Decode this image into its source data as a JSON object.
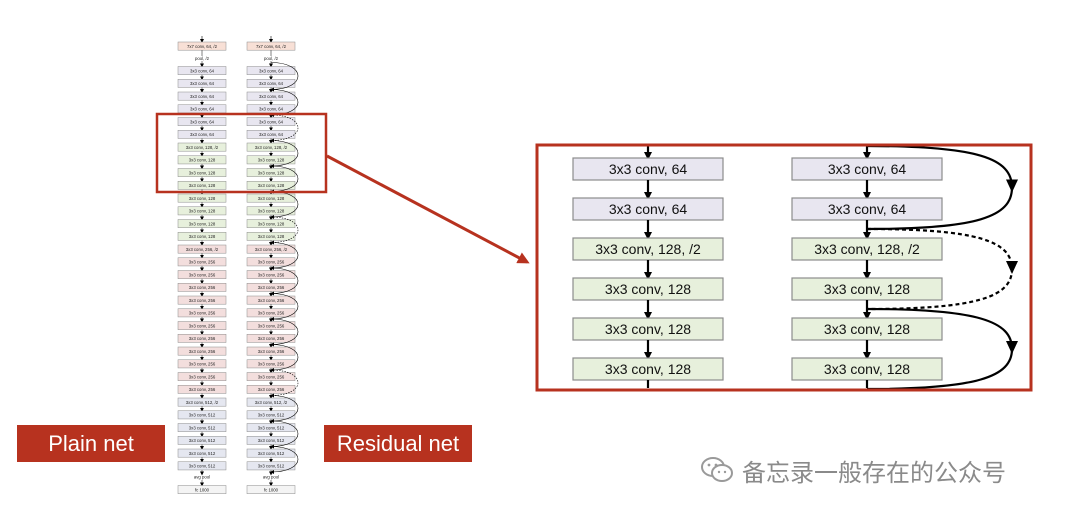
{
  "labels": {
    "plain": "Plain net",
    "residual": "Residual net"
  },
  "watermark": {
    "text": "备忘录一般存在的公众号",
    "icon": "wechat-icon"
  },
  "colors": {
    "conv64": "#e8e6f0",
    "conv128": "#e7f0dc",
    "conv256": "#f3dedd",
    "conv512": "#e5e7f0",
    "first_conv": "#f8e0d6",
    "accent": "#b7321f",
    "block_border": "#8c8c8c"
  },
  "small_net": {
    "first_layer": "7x7 conv, 64, /2",
    "pool": "pool, /2",
    "layers": [
      {
        "text": "3x3 conv, 64",
        "group": "conv64"
      },
      {
        "text": "3x3 conv, 64",
        "group": "conv64"
      },
      {
        "text": "3x3 conv, 64",
        "group": "conv64"
      },
      {
        "text": "3x3 conv, 64",
        "group": "conv64"
      },
      {
        "text": "3x3 conv, 64",
        "group": "conv64"
      },
      {
        "text": "3x3 conv, 64",
        "group": "conv64"
      },
      {
        "text": "3x3 conv, 128, /2",
        "group": "conv128"
      },
      {
        "text": "3x3 conv, 128",
        "group": "conv128"
      },
      {
        "text": "3x3 conv, 128",
        "group": "conv128"
      },
      {
        "text": "3x3 conv, 128",
        "group": "conv128"
      },
      {
        "text": "3x3 conv, 128",
        "group": "conv128"
      },
      {
        "text": "3x3 conv, 128",
        "group": "conv128"
      },
      {
        "text": "3x3 conv, 128",
        "group": "conv128"
      },
      {
        "text": "3x3 conv, 128",
        "group": "conv128"
      },
      {
        "text": "3x3 conv, 256, /2",
        "group": "conv256"
      },
      {
        "text": "3x3 conv, 256",
        "group": "conv256"
      },
      {
        "text": "3x3 conv, 256",
        "group": "conv256"
      },
      {
        "text": "3x3 conv, 256",
        "group": "conv256"
      },
      {
        "text": "3x3 conv, 256",
        "group": "conv256"
      },
      {
        "text": "3x3 conv, 256",
        "group": "conv256"
      },
      {
        "text": "3x3 conv, 256",
        "group": "conv256"
      },
      {
        "text": "3x3 conv, 256",
        "group": "conv256"
      },
      {
        "text": "3x3 conv, 256",
        "group": "conv256"
      },
      {
        "text": "3x3 conv, 256",
        "group": "conv256"
      },
      {
        "text": "3x3 conv, 256",
        "group": "conv256"
      },
      {
        "text": "3x3 conv, 256",
        "group": "conv256"
      },
      {
        "text": "3x3 conv, 512, /2",
        "group": "conv512"
      },
      {
        "text": "3x3 conv, 512",
        "group": "conv512"
      },
      {
        "text": "3x3 conv, 512",
        "group": "conv512"
      },
      {
        "text": "3x3 conv, 512",
        "group": "conv512"
      },
      {
        "text": "3x3 conv, 512",
        "group": "conv512"
      },
      {
        "text": "3x3 conv, 512",
        "group": "conv512"
      }
    ],
    "avg_pool": "avg pool",
    "fc": "fc 1000"
  },
  "zoom": {
    "layers": [
      {
        "text": "3x3 conv, 64",
        "group": "conv64"
      },
      {
        "text": "3x3 conv, 64",
        "group": "conv64"
      },
      {
        "text": "3x3 conv, 128, /2",
        "group": "conv128"
      },
      {
        "text": "3x3 conv, 128",
        "group": "conv128"
      },
      {
        "text": "3x3 conv, 128",
        "group": "conv128"
      },
      {
        "text": "3x3 conv, 128",
        "group": "conv128"
      }
    ],
    "skips": [
      {
        "from": 0,
        "to": 2,
        "style": "solid"
      },
      {
        "from": 2,
        "to": 4,
        "style": "dashed"
      },
      {
        "from": 4,
        "to": 6,
        "style": "solid"
      }
    ]
  }
}
